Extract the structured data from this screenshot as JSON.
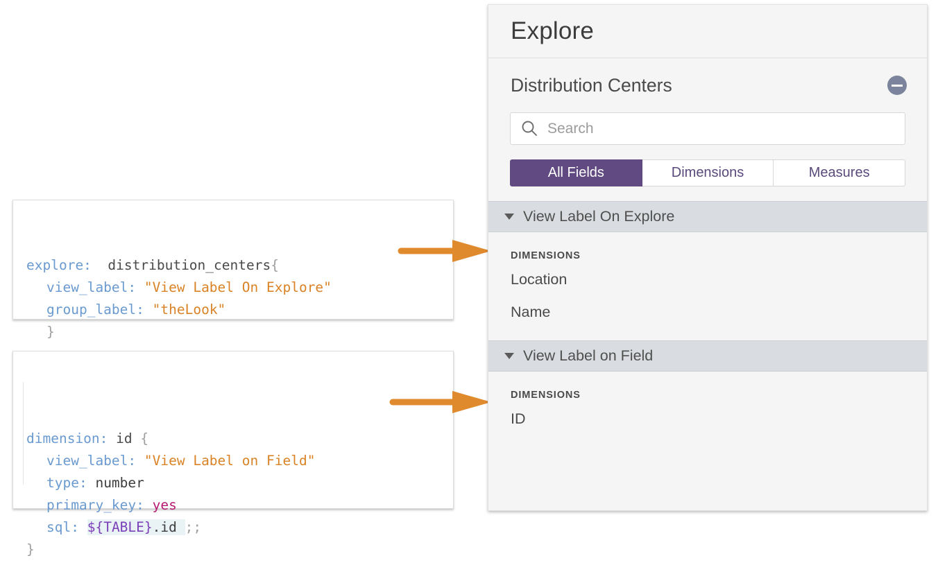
{
  "code_blocks": [
    {
      "name": "explore-snippet",
      "lines": [
        {
          "indent": 0,
          "tokens": [
            {
              "t": "key",
              "v": "explore:"
            },
            {
              "t": "plain",
              "v": "  "
            },
            {
              "t": "name",
              "v": "distribution_centers"
            },
            {
              "t": "brace",
              "v": "{"
            }
          ]
        },
        {
          "indent": 1,
          "tokens": [
            {
              "t": "key",
              "v": "view_label:"
            },
            {
              "t": "plain",
              "v": " "
            },
            {
              "t": "string",
              "v": "\"View Label On Explore\""
            }
          ]
        },
        {
          "indent": 1,
          "tokens": [
            {
              "t": "key",
              "v": "group_label:"
            },
            {
              "t": "plain",
              "v": " "
            },
            {
              "t": "string",
              "v": "\"theLook\""
            }
          ]
        },
        {
          "indent": 1,
          "tokens": [
            {
              "t": "brace",
              "v": "}"
            }
          ]
        }
      ]
    },
    {
      "name": "dimension-snippet",
      "lines": [
        {
          "indent": 0,
          "tokens": [
            {
              "t": "key",
              "v": "dimension:"
            },
            {
              "t": "plain",
              "v": " "
            },
            {
              "t": "name",
              "v": "id"
            },
            {
              "t": "plain",
              "v": " "
            },
            {
              "t": "brace",
              "v": "{"
            }
          ]
        },
        {
          "indent": 1,
          "tokens": [
            {
              "t": "key",
              "v": "view_label:"
            },
            {
              "t": "plain",
              "v": " "
            },
            {
              "t": "string",
              "v": "\"View Label on Field\""
            }
          ]
        },
        {
          "indent": 1,
          "tokens": [
            {
              "t": "key",
              "v": "type:"
            },
            {
              "t": "plain",
              "v": " "
            },
            {
              "t": "plain",
              "v": "number"
            }
          ]
        },
        {
          "indent": 1,
          "tokens": [
            {
              "t": "key",
              "v": "primary_key:"
            },
            {
              "t": "plain",
              "v": " "
            },
            {
              "t": "yes",
              "v": "yes"
            }
          ]
        },
        {
          "indent": 1,
          "tokens": [
            {
              "t": "key",
              "v": "sql:"
            },
            {
              "t": "plain",
              "v": " "
            },
            {
              "t": "sql",
              "v": "${TABLE}"
            },
            {
              "t": "sql-dot",
              "v": ".id "
            },
            {
              "t": "semi",
              "v": ";;"
            }
          ]
        },
        {
          "indent": 0,
          "tokens": [
            {
              "t": "brace",
              "v": "}"
            }
          ]
        }
      ]
    }
  ],
  "arrows": [
    {
      "name": "arrow-to-explore-group",
      "color": "#e08a2e"
    },
    {
      "name": "arrow-to-field-group",
      "color": "#e08a2e"
    }
  ],
  "panel": {
    "title": "Explore",
    "view": {
      "name": "Distribution Centers",
      "collapse_icon": "minus-circle-icon"
    },
    "search": {
      "icon": "search-icon",
      "value": "",
      "placeholder": "Search"
    },
    "tabs": [
      {
        "label": "All Fields",
        "active": true
      },
      {
        "label": "Dimensions",
        "active": false
      },
      {
        "label": "Measures",
        "active": false
      }
    ],
    "groups": [
      {
        "label": "View Label On Explore",
        "caret": "caret-down-icon",
        "section_caption": "DIMENSIONS",
        "fields": [
          "Location",
          "Name"
        ]
      },
      {
        "label": "View Label on Field",
        "caret": "caret-down-icon",
        "section_caption": "DIMENSIONS",
        "fields": [
          "ID"
        ]
      }
    ]
  },
  "colors": {
    "accent_purple": "#614a82",
    "arrow_orange": "#e08a2e",
    "band_gray": "#d9dce0",
    "panel_bg": "#f5f5f5",
    "string_orange": "#d98326",
    "key_blue": "#6a9ad0",
    "yes_magenta": "#b51b72",
    "sql_purple": "#7b3fb8",
    "minus_circle": "#7b849c"
  }
}
